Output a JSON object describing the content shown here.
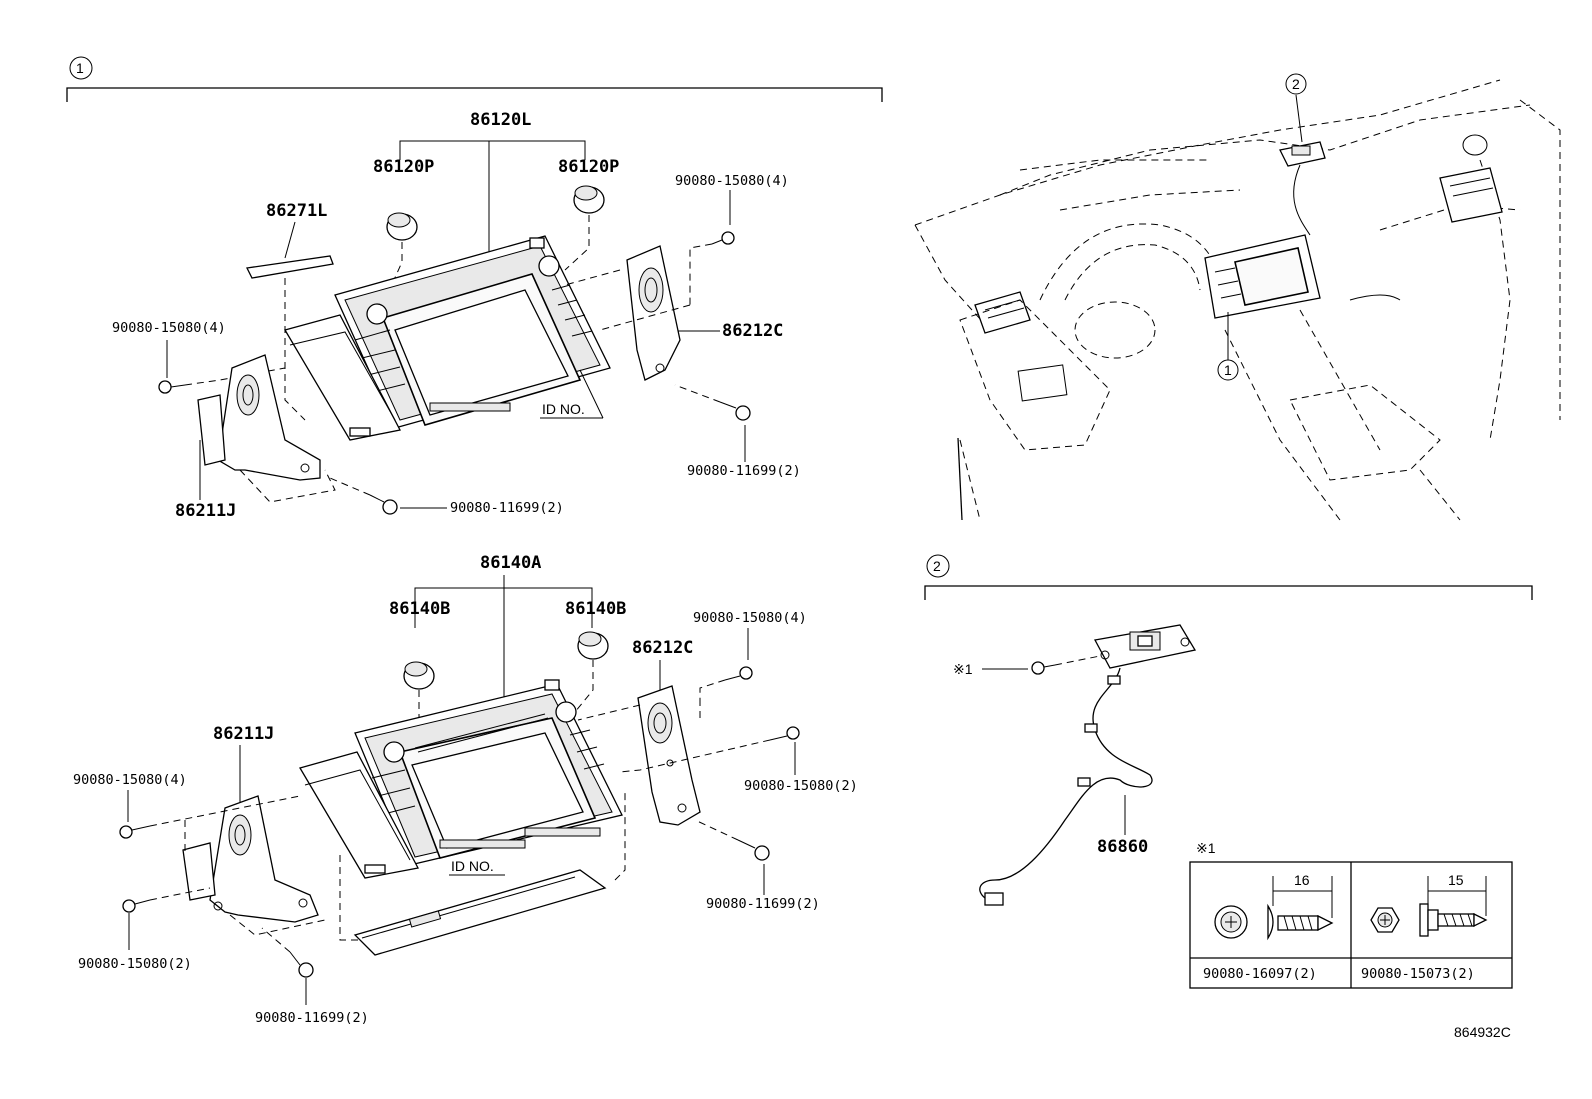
{
  "callouts": {
    "c1": "1",
    "c2": "2",
    "view_c1": "1",
    "view_c2": "2",
    "note_mark": "※1",
    "table_mark": "※1"
  },
  "upper": {
    "p86120L": "86120L",
    "p86120P_left": "86120P",
    "p86120P_right": "86120P",
    "p86271L": "86271L",
    "p86212C": "86212C",
    "p86211J": "86211J",
    "bolt_tr": "90080-15080(4)",
    "bolt_left": "90080-15080(4)",
    "bolt_r": "90080-11699(2)",
    "bolt_bottom": "90080-11699(2)",
    "id_no": "ID NO."
  },
  "lower": {
    "p86140A": "86140A",
    "p86140B_left": "86140B",
    "p86140B_right": "86140B",
    "p86212C": "86212C",
    "p86211J": "86211J",
    "bolt_tr": "90080-15080(4)",
    "bolt_r2": "90080-15080(2)",
    "bolt_left4": "90080-15080(4)",
    "bolt_left2": "90080-15080(2)",
    "bolt_r3": "90080-11699(2)",
    "bolt_bottom": "90080-11699(2)",
    "id_no": "ID NO."
  },
  "section2": {
    "p86860": "86860"
  },
  "fastener_table": {
    "col1_length": "16",
    "col2_length": "15",
    "col1_part": "90080-16097(2)",
    "col2_part": "90080-15073(2)"
  },
  "figure_id": "864932C"
}
